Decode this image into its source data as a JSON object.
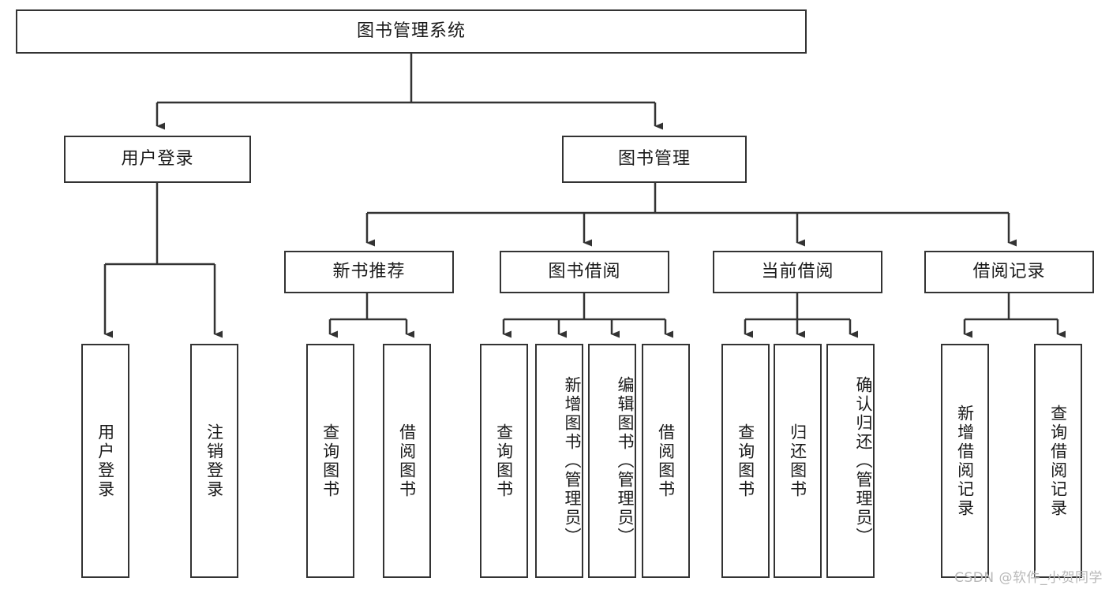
{
  "diagram": {
    "title": "图书管理系统",
    "type": "hierarchy-tree",
    "background_color": "#ffffff",
    "box_border_color": "#333333",
    "text_color": "#1a1a1a",
    "connector_color": "#333333"
  },
  "root": {
    "label": "图书管理系统"
  },
  "level2": [
    {
      "label": "用户登录"
    },
    {
      "label": "图书管理"
    }
  ],
  "level3": [
    {
      "label": "新书推荐"
    },
    {
      "label": "图书借阅"
    },
    {
      "label": "当前借阅"
    },
    {
      "label": "借阅记录"
    }
  ],
  "leaves": {
    "user_login": [
      {
        "label": "用户登录"
      },
      {
        "label": "注销登录"
      }
    ],
    "new_book_recommend": [
      {
        "label": "查询图书"
      },
      {
        "label": "借阅图书"
      }
    ],
    "book_borrow": [
      {
        "label": "查询图书"
      },
      {
        "label": "新增图书（管理员）"
      },
      {
        "label": "编辑图书（管理员）"
      },
      {
        "label": "借阅图书"
      }
    ],
    "current_borrow": [
      {
        "label": "查询图书"
      },
      {
        "label": "归还图书"
      },
      {
        "label": "确认归还（管理员）"
      }
    ],
    "borrow_record": [
      {
        "label": "新增借阅记录"
      },
      {
        "label": "查询借阅记录"
      }
    ]
  },
  "watermark": {
    "text": "CSDN @软件_小贺同学"
  }
}
